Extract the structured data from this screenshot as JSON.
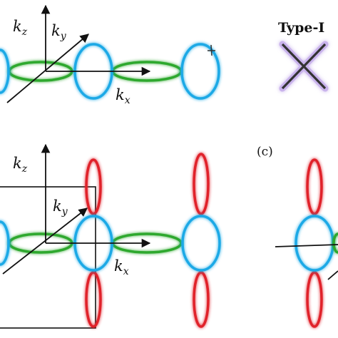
{
  "panel_top": {
    "axis_z": "k",
    "axis_z_sub": "z",
    "axis_y": "k",
    "axis_y_sub": "y",
    "axis_x": "k",
    "axis_x_sub": "x"
  },
  "panel_bottom": {
    "axis_z": "k",
    "axis_z_sub": "z",
    "axis_y": "k",
    "axis_y_sub": "y",
    "axis_x": "k",
    "axis_x_sub": "x"
  },
  "type_label": "Type-I",
  "panel_c_label": "(c)",
  "colors": {
    "blue_ring": "#1ea9e6",
    "green_ring": "#2ea82e",
    "red_ring": "#e0202a",
    "node_cross": "#333333",
    "cross_glow": "#c9b3ec"
  }
}
